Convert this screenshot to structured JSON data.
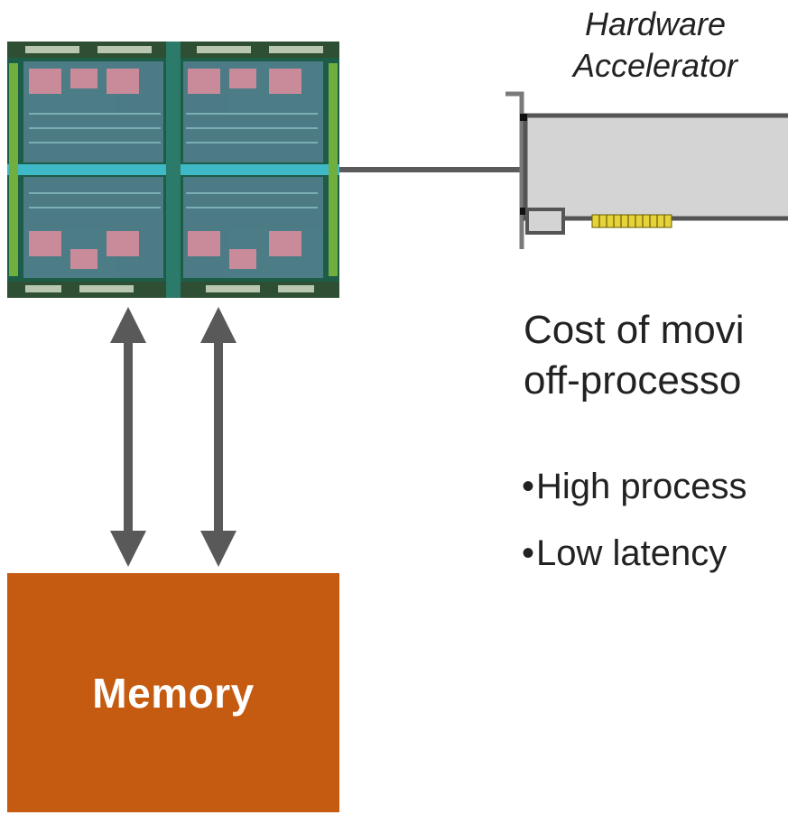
{
  "accelerator": {
    "title_line1": "Hardware",
    "title_line2": "Accelerator"
  },
  "memory": {
    "label": "Memory",
    "color": "#c55a11"
  },
  "cost": {
    "line1": "Cost of movi",
    "line2": "off-processo"
  },
  "bullets": [
    {
      "marker": "•",
      "text": "High process"
    },
    {
      "marker": "•",
      "text": "Low latency"
    }
  ],
  "colors": {
    "connector": "#5b5b5b",
    "card_fill": "#d4d4d4",
    "arrow": "#595959"
  }
}
